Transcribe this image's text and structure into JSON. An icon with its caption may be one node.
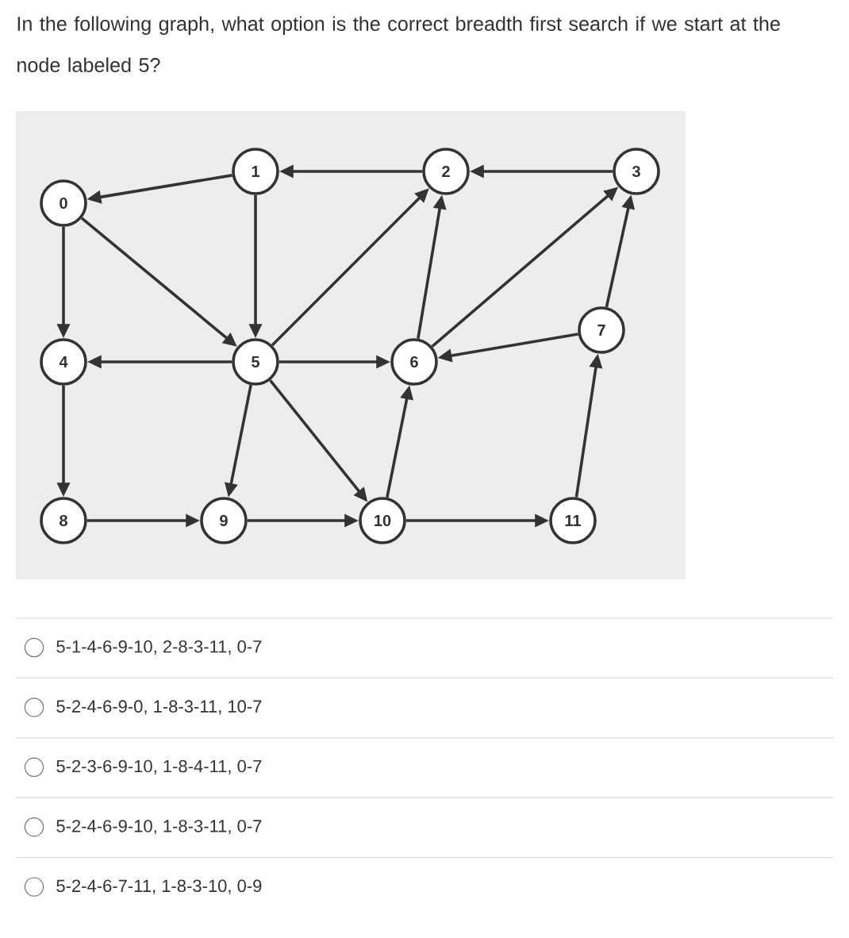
{
  "diagram": {
    "title": "In the following graph, what option is the correct breadth first search if we start at the node labeled 5?",
    "nodes": [
      {
        "text": [
          "0"
        ]
      },
      {
        "text": [
          "1"
        ]
      },
      {
        "text": [
          "2"
        ]
      },
      {
        "text": [
          "3"
        ]
      },
      {
        "text": [
          "4"
        ]
      },
      {
        "text": [
          "5"
        ]
      },
      {
        "text": [
          "6"
        ]
      },
      {
        "text": [
          "7"
        ]
      },
      {
        "text": [
          "8"
        ]
      },
      {
        "text": [
          "9"
        ]
      },
      {
        "text": [
          "10"
        ]
      },
      {
        "text": [
          "11"
        ]
      }
    ],
    "edges": [
      {
        "from": 1,
        "to": 0,
        "arrow": "to"
      },
      {
        "from": 2,
        "to": 1,
        "arrow": "to"
      },
      {
        "from": 3,
        "to": 2,
        "arrow": "to"
      },
      {
        "from": 0,
        "to": 4,
        "arrow": "to"
      },
      {
        "from": 0,
        "to": 5,
        "arrow": "to"
      },
      {
        "from": 1,
        "to": 5,
        "arrow": "to"
      },
      {
        "from": 5,
        "to": 2,
        "arrow": "to"
      },
      {
        "from": 6,
        "to": 2,
        "arrow": "to"
      },
      {
        "from": 6,
        "to": 3,
        "arrow": "to"
      },
      {
        "from": 7,
        "to": 3,
        "arrow": "to"
      },
      {
        "from": 7,
        "to": 6,
        "arrow": "to"
      },
      {
        "from": 5,
        "to": 4,
        "arrow": "to"
      },
      {
        "from": 5,
        "to": 6,
        "arrow": "to"
      },
      {
        "from": 5,
        "to": 9,
        "arrow": "to"
      },
      {
        "from": 5,
        "to": 10,
        "arrow": "to"
      },
      {
        "from": 10,
        "to": 6,
        "arrow": "to"
      },
      {
        "from": 11,
        "to": 7,
        "arrow": "to"
      },
      {
        "from": 4,
        "to": 8,
        "arrow": "to"
      },
      {
        "from": 8,
        "to": 9,
        "arrow": "to"
      },
      {
        "from": 9,
        "to": 10,
        "arrow": "to"
      },
      {
        "from": 10,
        "to": 11,
        "arrow": "to"
      }
    ],
    "labels": [
      "5-1-4-6-9-10, 2-8-3-11, 0-7",
      "5-2-4-6-9-0, 1-8-3-11, 10-7",
      "5-2-3-6-9-10, 1-8-4-11, 0-7",
      "5-2-4-6-9-10, 1-8-3-11, 0-7",
      "5-2-4-6-7-11, 1-8-3-10, 0-9"
    ]
  }
}
